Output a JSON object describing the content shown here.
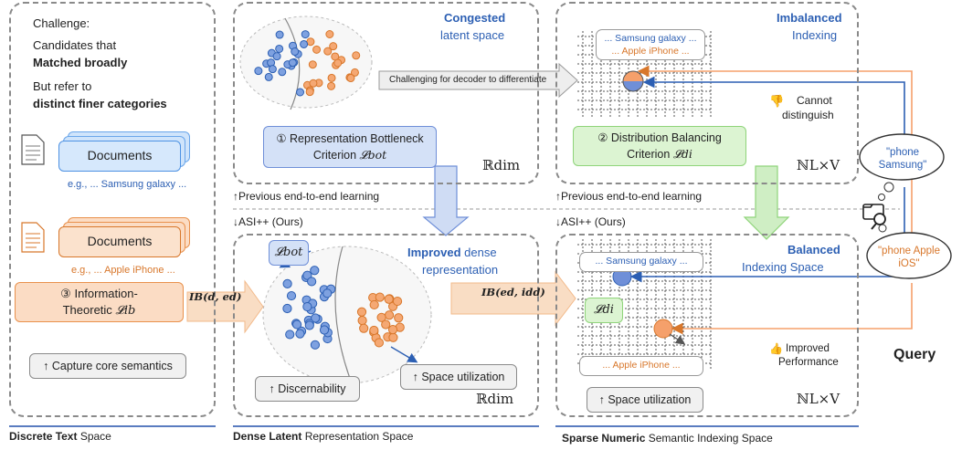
{
  "colors": {
    "blue": "#2c5fb3",
    "orange": "#d8772b",
    "green": "#8fd47a",
    "light_blue": "#cfdcf4",
    "light_orange": "#f9ddc4",
    "panel_border": "#8a8a8a"
  },
  "left": {
    "challenge": "Challenge:",
    "cand_line1": "Candidates that",
    "cand_line2": "Matched broadly",
    "but_line1": "But refer to",
    "but_line2": "distinct finer categories",
    "doc_blue_label": "Documents",
    "doc_blue_example": "e.g., ... Samsung galaxy ...",
    "doc_orange_label": "Documents",
    "doc_orange_example": "e.g., ... Apple iPhone ...",
    "it_num": "③",
    "it_line1": "Information-",
    "it_line2": "Theoretic",
    "it_math": "𝓛ib",
    "capture": "↑ Capture core semantics",
    "footer_bold": "Discrete Text",
    "footer_rest": " Space"
  },
  "mid": {
    "congested_bold": "Congested",
    "congested_rest": "latent space",
    "challenging": "Challenging for decoder to differentiate",
    "rb_num": "①",
    "rb_line1": "Representation Bottleneck",
    "rb_line2": "Criterion",
    "rb_math": "𝓛bot",
    "rdim": "ℝdim",
    "prev": "↑Previous end-to-end learning",
    "asi": "↓ASI++ (Ours)",
    "lbot": "𝓛bot",
    "improved_bold": "Improved",
    "improved_rest": " dense",
    "improved_line2": "representation",
    "ib_de": "IB(d, ed)",
    "discern": "↑ Discernability",
    "space_util": "↑ Space utilization",
    "rdim2": "ℝdim",
    "footer_bold": "Dense Latent",
    "footer_rest": " Representation Space"
  },
  "right": {
    "imbalanced_bold": "Imbalanced",
    "imbalanced_rest": "Indexing",
    "samsung_tag": "... Samsung galaxy ...",
    "apple_tag": "... Apple iPhone ...",
    "cannot1": "Cannot",
    "cannot2": "distinguish",
    "db_num": "②",
    "db_line1": "Distribution Balancing",
    "db_line2": "Criterion",
    "db_math": "𝓛di",
    "nlv": "ℕL×V",
    "prev": "↑Previous end-to-end learning",
    "asi": "↓ASI++ (Ours)",
    "balanced_bold": "Balanced",
    "balanced_rest": "Indexing Space",
    "samsung_tag2": "... Samsung galaxy ...",
    "apple_tag2": "... Apple iPhone ...",
    "ldi": "𝓛di",
    "improved1": "Improved",
    "improved2": "Performance",
    "space_util": "↑ Space utilization",
    "nlv2": "ℕL×V",
    "ib_ed_id": "IB(ed, idd)",
    "footer_bold": "Sparse Numeric",
    "footer_rest": " Semantic Indexing Space"
  },
  "query": {
    "cloud1": "\"phone Samsung\"",
    "cloud2": "\"phone Apple iOS\"",
    "label": "Query"
  }
}
